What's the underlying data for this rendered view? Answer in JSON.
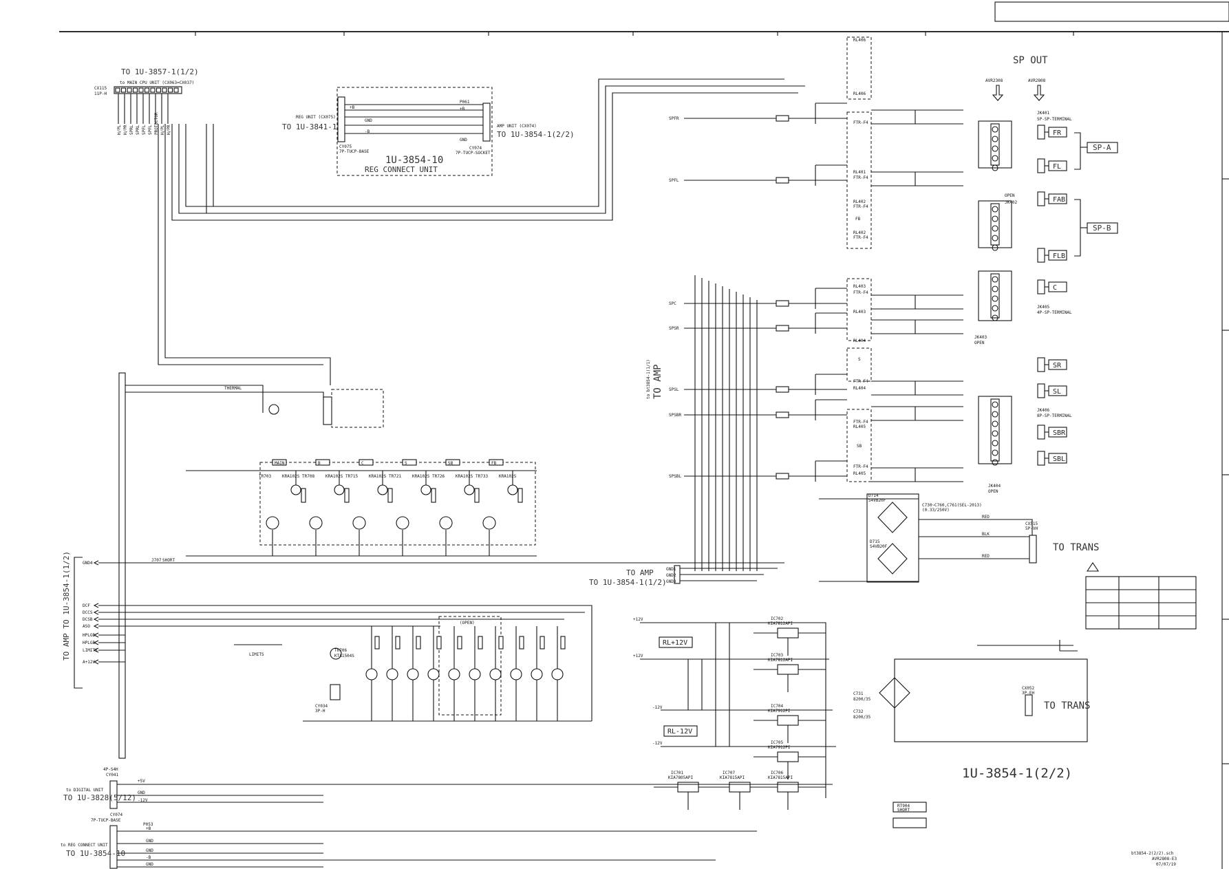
{
  "sp_out": {
    "title": "SP OUT",
    "avr2308": "AVR2308",
    "avr2808": "AVR2808",
    "jk401": "JK401",
    "jk401_type": "5P-SP-TERMINAL",
    "jk402": "JK402",
    "jk403": "JK403",
    "jk404": "JK404",
    "jk405": "JK405",
    "jk405_type": "4P-SP-TERMINAL",
    "jk406": "JK406",
    "jk406_type": "8P-SP-TERMINAL",
    "open": "OPEN",
    "labels": [
      "FR",
      "FL",
      "FAB",
      "FLB",
      "C",
      "SR",
      "SL",
      "SBR",
      "SBL"
    ],
    "groups": [
      "SP-A",
      "SP-B"
    ]
  },
  "main_cpu": {
    "line1": "TO 1U-3857-1(1/2)",
    "line2": "to MAIN CPU UNIT (CX063=CX037)",
    "connector": "CX115",
    "connector_pin": "11P-H",
    "signals": [
      "H/PL",
      "H/PR",
      "SPRL",
      "SPRL",
      "SPFL",
      "SPFL",
      "PROTECTOR",
      "H/PL",
      "H/PR"
    ]
  },
  "reg_connect": {
    "title_num": "1U-3854-10",
    "title": "REG CONNECT UNIT",
    "reg_unit": "REG UNIT (CX075)",
    "reg_to": "TO 1U-3841-1",
    "amp_unit": "AMP UNIT (CX074)",
    "amp_to": "TO 1U-3854-1(2/2)",
    "cy075": "CY075",
    "cy075_type": "7P-TUCP-BASE",
    "cy074": "CY074",
    "cy074_type": "7P-TUCP-SOCKET",
    "p061": "P061",
    "pins": [
      "+B",
      "GND",
      "-B",
      "GND"
    ]
  },
  "to_amp_side": {
    "vertical": "TO AMP",
    "vertical_sub": "to bt3854-1(1/1)",
    "left_vertical": "TO AMP TO 1U-3854-1(1/2)",
    "to_amp": "TO AMP",
    "to_amp_sub": "TO 1U-3854-1(1/2)",
    "gnds": [
      "GND1",
      "GND2",
      "GND3"
    ]
  },
  "inputs": {
    "speaker": [
      "SPFR",
      "SPFL",
      "SPC",
      "SPSR",
      "SPSL",
      "SPSBR",
      "SPSBL"
    ],
    "control": [
      "GND4",
      "DCF",
      "DCCS",
      "DCSB",
      "ASO",
      "HPLGB",
      "HPLGB",
      "LIMITS",
      "A+12V"
    ],
    "thermal": "THERMAL"
  },
  "relays": {
    "names": [
      "RL401",
      "RL402",
      "RL403",
      "RL404",
      "RL405",
      "RL406"
    ],
    "type": "FTR-F4",
    "groups": [
      "FB",
      "S",
      "SB"
    ]
  },
  "relay_driver": {
    "labels": [
      "MAIN",
      "B",
      "C",
      "S",
      "SB",
      "FB"
    ],
    "tr_codes": [
      "TR703",
      "TR708",
      "TR715",
      "TR721",
      "TR726",
      "TR733"
    ],
    "tr_type": "KRA102S",
    "j707": "J707",
    "short": "SHORT",
    "open_box": "(OPEN)"
  },
  "limiter": {
    "label": "LIMITS",
    "tr706": "TR706",
    "tr_type": "KTA1504S",
    "cy034": "CY034",
    "cy034_type": "3P-H"
  },
  "power": {
    "rl12p": "RL+12V",
    "rl12n": "RL-12V",
    "v_p12": "+12V",
    "v_n12": "-12V",
    "regulators": [
      "IC702",
      "IC703",
      "IC704",
      "IC705",
      "IC701",
      "IC707",
      "IC706"
    ],
    "reg_types": [
      "KIA7812API",
      "KIA7812API",
      "KIA7912PI",
      "KIA7912PI",
      "KIA7805API",
      "KIA7815API",
      "KIA7815API"
    ],
    "d714": "D714",
    "d715": "D715",
    "bridge": "S4VB20F",
    "cap_note": "C730~C760,C761(SEL-2013)",
    "cap_note2": "(0.33/250V)",
    "to_trans": "TO TRANS",
    "cx515": "CX515",
    "cx515_type": "5P-VH",
    "cx052": "CX052",
    "cx052_type": "3P-EH",
    "wires": [
      "RED",
      "BLK",
      "RED"
    ],
    "c731": "C731",
    "c732": "C732",
    "cap_val": "8200/35"
  },
  "digital": {
    "line1": "to DIGITAL UNIT",
    "line2": "TO 1U-3828(5/12)",
    "connector": "4P-S4H",
    "cy041": "CY041",
    "pins": [
      "+5V",
      "GND",
      "-12V"
    ]
  },
  "reg_unit_bottom": {
    "line1": "to REG CONNECT UNIT",
    "line2": "TO 1U-3854-10",
    "cy074": "CY074",
    "cy074_type": "7P-TUCP-BASE",
    "p053": "P053",
    "pins": [
      "+B",
      "GND",
      "GND",
      "-B",
      "GND"
    ]
  },
  "footer": {
    "board": "1U-3854-1(2/2)",
    "legend1": "RT904",
    "legend2": "SHORT",
    "file1": "bt3854-2(2/2).sch",
    "file2": "AVR2808-E3",
    "date": "07/07/19"
  }
}
